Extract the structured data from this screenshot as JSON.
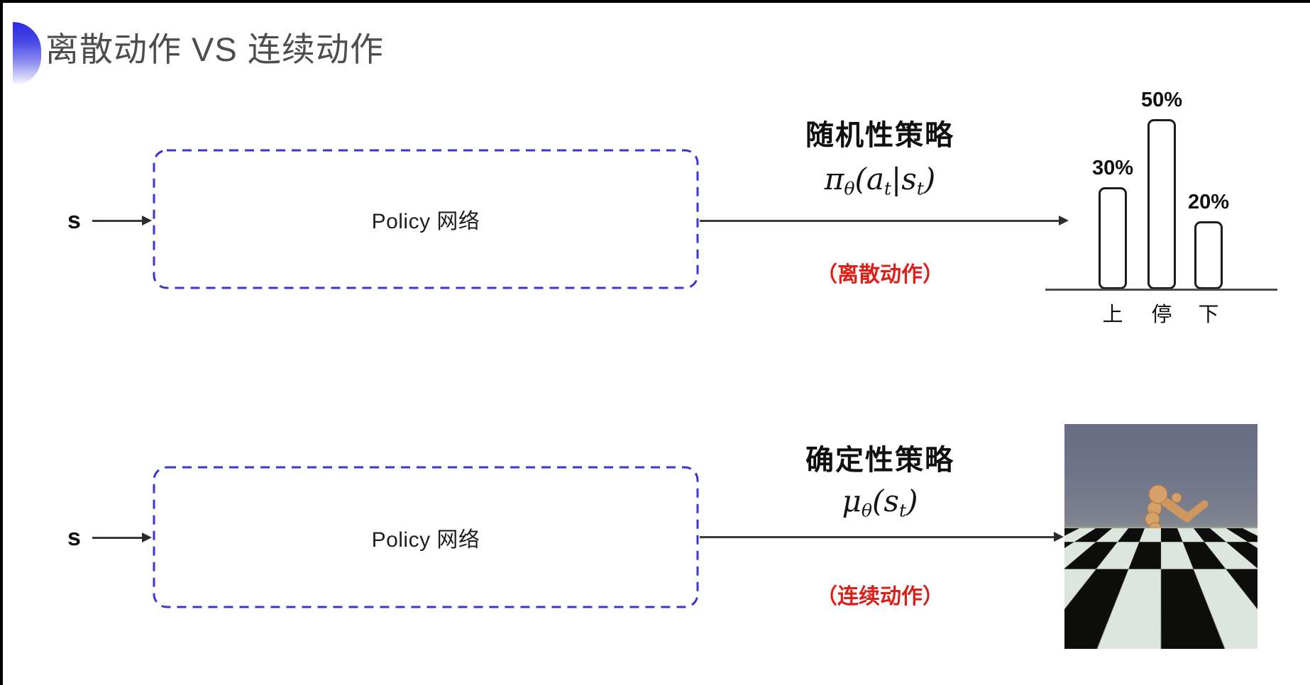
{
  "title": "离散动作 VS 连续动作",
  "rows": {
    "top": {
      "input": "s",
      "box": "Policy 网络",
      "policy_name": "随机性策略",
      "formula": {
        "base": "π",
        "base_sub": "θ",
        "open": "(a",
        "sub1": "t",
        "bar": "|s",
        "sub2": "t",
        "close": ")"
      },
      "action_note": "（离散动作）"
    },
    "bottom": {
      "input": "s",
      "box": "Policy 网络",
      "policy_name": "确定性策略",
      "formula": {
        "base": "μ",
        "base_sub": "θ",
        "open": "(s",
        "sub1": "t",
        "close": ")"
      },
      "action_note": "（连续动作）"
    }
  },
  "chart_data": {
    "type": "bar",
    "categories": [
      "上",
      "停",
      "下"
    ],
    "values": [
      30,
      50,
      20
    ],
    "labels": [
      "30%",
      "50%",
      "20%"
    ],
    "title": "",
    "xlabel": "",
    "ylabel": "",
    "ylim": [
      0,
      55
    ],
    "grid": false,
    "legend": false
  },
  "colors": {
    "box_dash_blue": "#3a35d8",
    "note_red": "#dd1f1a",
    "title_gray": "#4d4d4d",
    "bullet_blue": "#2a2adf"
  }
}
